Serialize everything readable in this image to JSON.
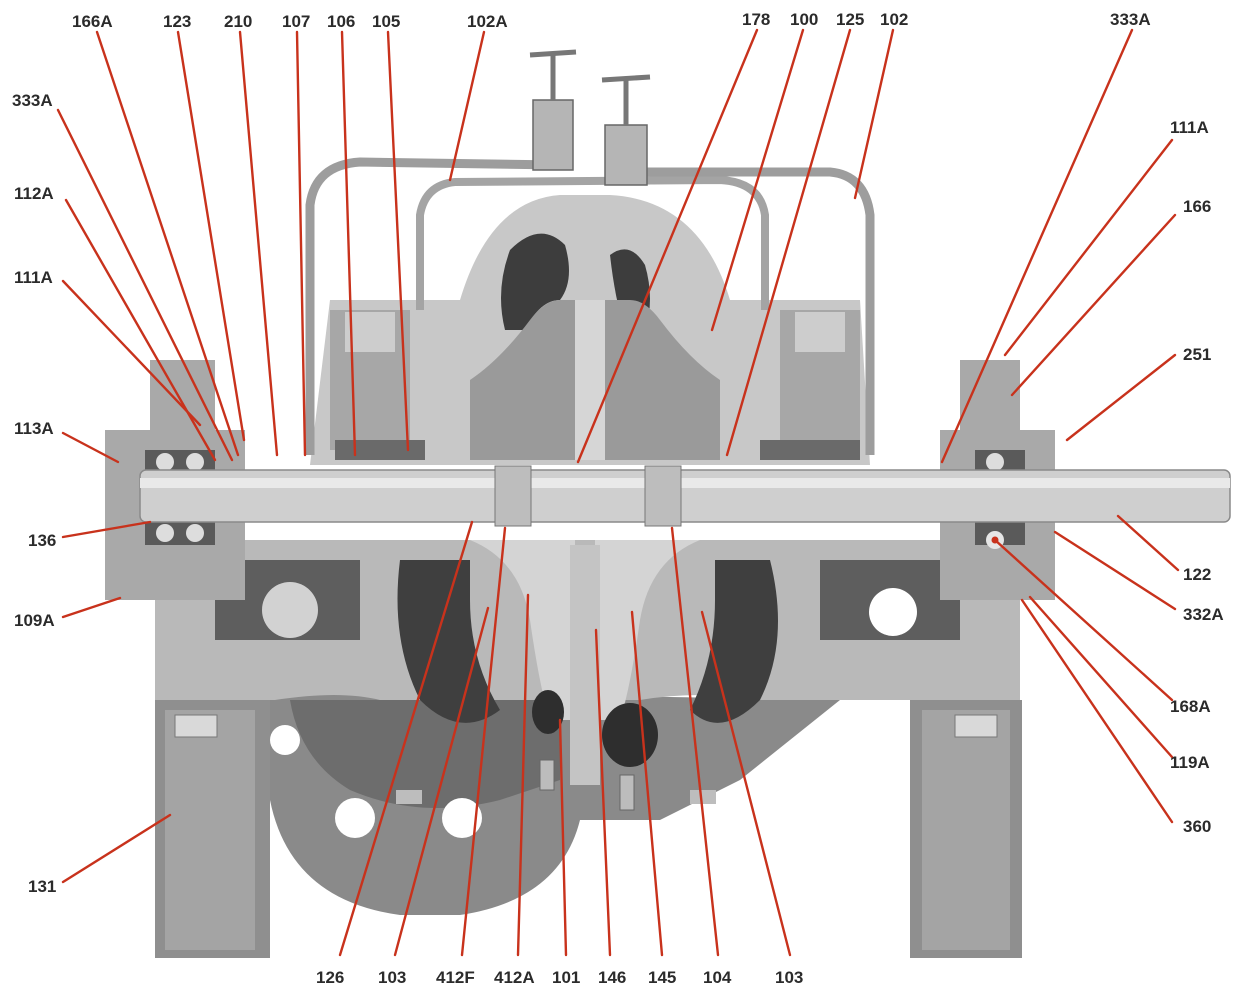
{
  "colors": {
    "leader": "#c8321c",
    "label": "#2b2b2b",
    "casing": "#b9b9b9",
    "casing_dark": "#8c8c8c",
    "section": "#d6d6d6",
    "shaft": "#c9c9c9",
    "cavity": "#4e4e4e",
    "background": "#ffffff"
  },
  "labels": [
    {
      "id": "lbl-166A-top",
      "text": "166A"
    },
    {
      "id": "lbl-123",
      "text": "123"
    },
    {
      "id": "lbl-210",
      "text": "210"
    },
    {
      "id": "lbl-107",
      "text": "107"
    },
    {
      "id": "lbl-106",
      "text": "106"
    },
    {
      "id": "lbl-105",
      "text": "105"
    },
    {
      "id": "lbl-102A",
      "text": "102A"
    },
    {
      "id": "lbl-178",
      "text": "178"
    },
    {
      "id": "lbl-100",
      "text": "100"
    },
    {
      "id": "lbl-125",
      "text": "125"
    },
    {
      "id": "lbl-102",
      "text": "102"
    },
    {
      "id": "lbl-333A-right",
      "text": "333A"
    },
    {
      "id": "lbl-333A-left",
      "text": "333A"
    },
    {
      "id": "lbl-112A",
      "text": "112A"
    },
    {
      "id": "lbl-111A-left",
      "text": "111A"
    },
    {
      "id": "lbl-113A",
      "text": "113A"
    },
    {
      "id": "lbl-136",
      "text": "136"
    },
    {
      "id": "lbl-109A",
      "text": "109A"
    },
    {
      "id": "lbl-131",
      "text": "131"
    },
    {
      "id": "lbl-111A-right",
      "text": "111A"
    },
    {
      "id": "lbl-166",
      "text": "166"
    },
    {
      "id": "lbl-251",
      "text": "251"
    },
    {
      "id": "lbl-122",
      "text": "122"
    },
    {
      "id": "lbl-332A",
      "text": "332A"
    },
    {
      "id": "lbl-168A",
      "text": "168A"
    },
    {
      "id": "lbl-119A",
      "text": "119A"
    },
    {
      "id": "lbl-360",
      "text": "360"
    },
    {
      "id": "lbl-126",
      "text": "126"
    },
    {
      "id": "lbl-103-left",
      "text": "103"
    },
    {
      "id": "lbl-412F",
      "text": "412F"
    },
    {
      "id": "lbl-412A",
      "text": "412A"
    },
    {
      "id": "lbl-101",
      "text": "101"
    },
    {
      "id": "lbl-146",
      "text": "146"
    },
    {
      "id": "lbl-145",
      "text": "145"
    },
    {
      "id": "lbl-104",
      "text": "104"
    },
    {
      "id": "lbl-103-right",
      "text": "103"
    }
  ]
}
